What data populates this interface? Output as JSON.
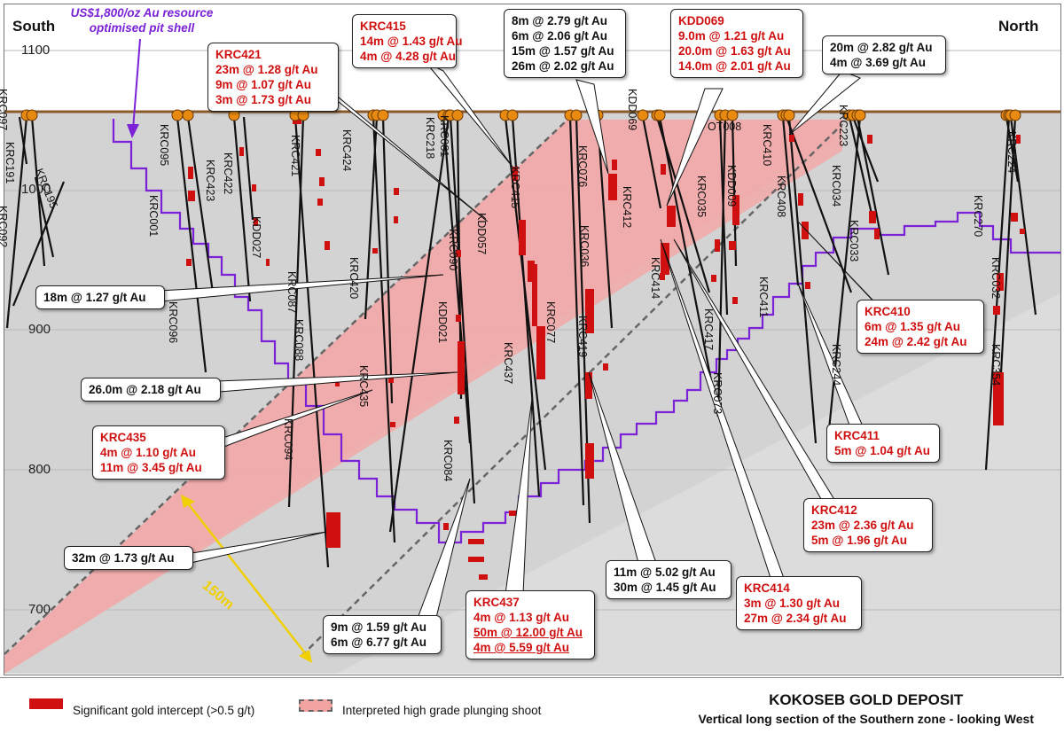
{
  "header": {
    "south": "South",
    "north": "North",
    "pit_label": [
      "US$1,800/oz Au resource",
      "optimised pit shell"
    ]
  },
  "elevations": [
    "1100",
    "1000",
    "900",
    "800",
    "700"
  ],
  "scale_label": "150m",
  "colors": {
    "background": "#cfcfcf",
    "shoot_fill": "#f2a0a0",
    "intercept": "#d01010",
    "pit_shell": "#7b22d6",
    "surface": "#8a5a2a",
    "collar": "#e88a10",
    "scale_arrow": "#f0d000"
  },
  "hole_labels": [
    "KRC097",
    "KRC191",
    "KRC195",
    "KRC092",
    "KRC095",
    "KRC001",
    "KRC096",
    "KRC422",
    "KRC423",
    "KRC421",
    "KDD027",
    "KRC087",
    "KRC088",
    "KRC094",
    "KRC424",
    "KRC420",
    "KRC435",
    "KRC218",
    "KRC081",
    "KRC090",
    "KDD021",
    "KRC084",
    "KRC415",
    "KDD057",
    "KRC437",
    "KRC076",
    "KRC036",
    "KRC077",
    "KRC419",
    "KDD069",
    "KRC412",
    "KRC414",
    "OT008",
    "KRC035",
    "KDD009",
    "KRC417",
    "KRC073",
    "KRC410",
    "KRC408",
    "KRC411",
    "KRC223",
    "KRC034",
    "KRC033",
    "KRC244",
    "KRC224",
    "KRC270",
    "KRC032",
    "KRC354"
  ],
  "callouts": {
    "krc415": {
      "title": "KRC415",
      "lines": [
        "14m @ 1.43 g/t Au",
        "4m @ 4.28 g/t Au"
      ]
    },
    "top_mid": {
      "lines": [
        "8m @ 2.79 g/t Au",
        "6m @ 2.06 g/t Au",
        "15m @ 1.57 g/t Au",
        "26m @ 2.02 g/t Au"
      ]
    },
    "kdd069": {
      "title": "KDD069",
      "lines": [
        "9.0m @ 1.21 g/t Au",
        "20.0m @ 1.63 g/t Au",
        "14.0m @ 2.01 g/t Au"
      ]
    },
    "top_right": {
      "lines": [
        "20m @ 2.82 g/t Au",
        "4m @ 3.69 g/t Au"
      ]
    },
    "krc421": {
      "title": "KRC421",
      "lines": [
        "23m @ 1.28 g/t Au",
        "9m @ 1.07 g/t Au",
        "3m @ 1.73 g/t Au"
      ]
    },
    "c18m": {
      "lines": [
        "18m @ 1.27 g/t Au"
      ]
    },
    "c26m": {
      "lines": [
        "26.0m @ 2.18 g/t Au"
      ]
    },
    "krc435": {
      "title": "KRC435",
      "lines": [
        "4m @ 1.10 g/t Au",
        "11m @ 3.45 g/t Au"
      ]
    },
    "c32m": {
      "lines": [
        "32m @ 1.73 g/t Au"
      ]
    },
    "c9m": {
      "lines": [
        "9m @ 1.59 g/t Au",
        "6m @ 6.77 g/t Au"
      ]
    },
    "krc437": {
      "title": "KRC437",
      "lines": [
        "4m @ 1.13 g/t Au",
        "50m @ 12.00 g/t Au",
        "4m @ 5.59 g/t Au"
      ]
    },
    "c11m": {
      "lines": [
        "11m @ 5.02 g/t Au",
        "30m @ 1.45 g/t Au"
      ]
    },
    "krc410": {
      "title": "KRC410",
      "lines": [
        "6m @ 1.35 g/t Au",
        "24m @ 2.42 g/t Au"
      ]
    },
    "krc411": {
      "title": "KRC411",
      "lines": [
        "5m @ 1.04 g/t Au"
      ]
    },
    "krc412": {
      "title": "KRC412",
      "lines": [
        "23m @ 2.36 g/t Au",
        "5m @ 1.96 g/t Au"
      ]
    },
    "krc414": {
      "title": "KRC414",
      "lines": [
        "3m @ 1.30 g/t Au",
        "27m @ 2.34 g/t Au"
      ]
    }
  },
  "legend": {
    "intercept": "Significant gold intercept (>0.5 g/t)",
    "shoot": "Interpreted high grade plunging shoot",
    "title": "KOKOSEB GOLD DEPOSIT",
    "subtitle": "Vertical long section of the Southern zone - looking West"
  }
}
